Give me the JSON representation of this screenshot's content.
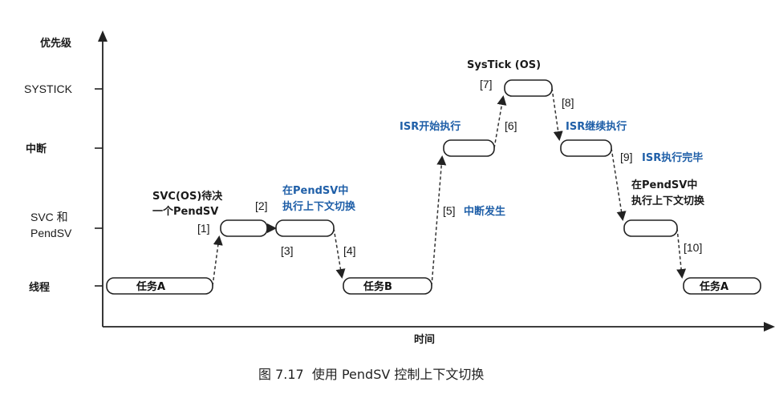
{
  "y_axis_title": "优先级",
  "x_axis_title": "时间",
  "levels": [
    "SYSTICK",
    "中断",
    "SVC 和",
    "PendSV",
    "线程"
  ],
  "tasks": [
    "任务A",
    "任务B",
    "任务A"
  ],
  "annotations": {
    "svc_wait_line1": "SVC(OS)待决",
    "svc_wait_line2": "一个PendSV",
    "pendsv_switch_line1": "在PendSV中",
    "pendsv_switch_line2": "执行上下文切换",
    "isr_start": "ISR开始执行",
    "interrupt_occurs": "中断发生",
    "systick_os": "SysTick (OS)",
    "isr_continue": "ISR继续执行",
    "isr_done": "ISR执行完毕",
    "pendsv_switch2_line1": "在PendSV中",
    "pendsv_switch2_line2": "执行上下文切换"
  },
  "steps": [
    "[1]",
    "[2]",
    "[3]",
    "[4]",
    "[5]",
    "[6]",
    "[7]",
    "[8]",
    "[9]",
    "[10]"
  ],
  "caption": "图 7.17  使用 PendSV 控制上下文切换"
}
